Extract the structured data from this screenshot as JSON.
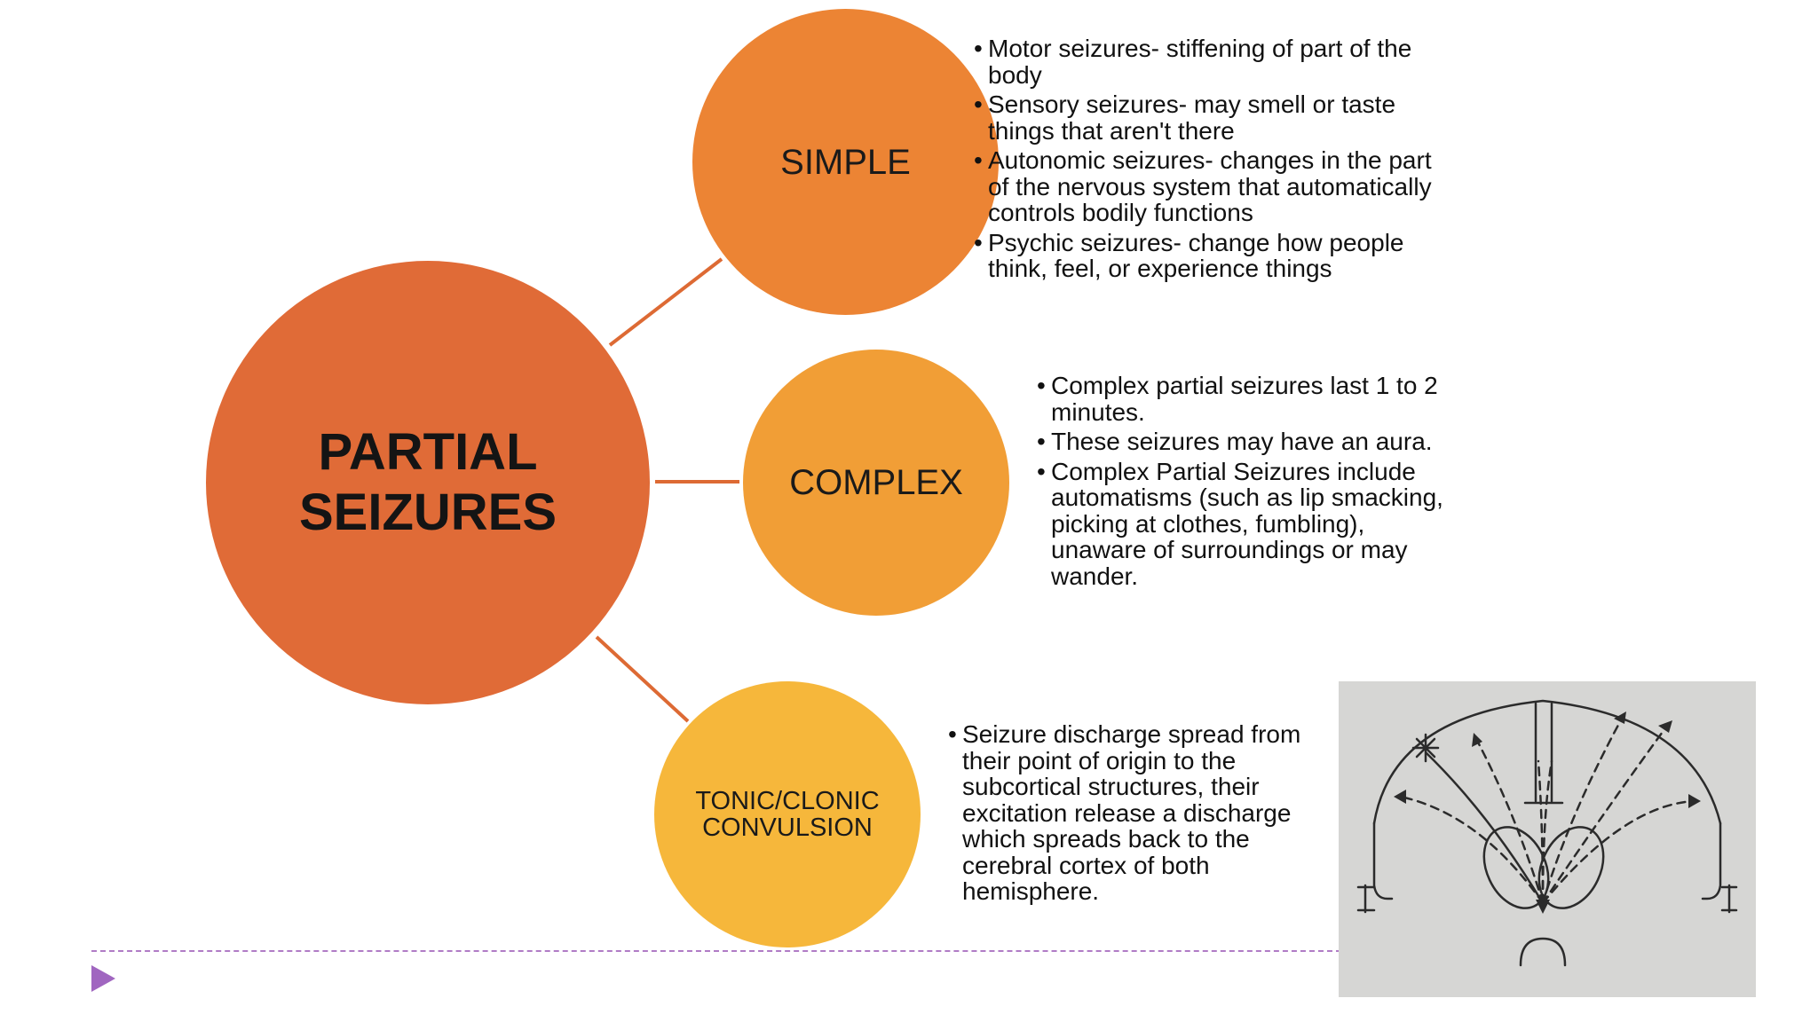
{
  "diagram": {
    "main_node": {
      "label": "PARTIAL\nSEIZURES"
    },
    "branches": [
      {
        "label": "SIMPLE",
        "bullets": [
          "Motor seizures- stiffening of part of the body",
          "Sensory seizures- may smell or taste things that aren't there",
          "Autonomic seizures- changes in the part of the nervous system that automatically controls bodily functions",
          "Psychic seizures- change how people think, feel, or experience things"
        ]
      },
      {
        "label": "COMPLEX",
        "bullets": [
          "Complex partial seizures last 1 to 2 minutes.",
          "These seizures may have an aura.",
          "Complex Partial Seizures include automatisms (such as lip smacking, picking at clothes, fumbling), unaware of surroundings or may wander."
        ]
      },
      {
        "label": "TONIC/CLONIC\nCONVULSION",
        "bullets": [
          "Seizure discharge spread from their point of origin to the subcortical structures, their excitation release a discharge which spreads back to the cerebral cortex of both hemisphere."
        ]
      }
    ],
    "bullet_glyph": "•"
  },
  "colors": {
    "main": "#e06b37",
    "simple": "#ec8434",
    "complex": "#f19e36",
    "tonic": "#f6b73b",
    "connector": "#dd6a34",
    "accent": "#a066c0"
  },
  "icons": {
    "slide_marker": "play-triangle-icon"
  }
}
